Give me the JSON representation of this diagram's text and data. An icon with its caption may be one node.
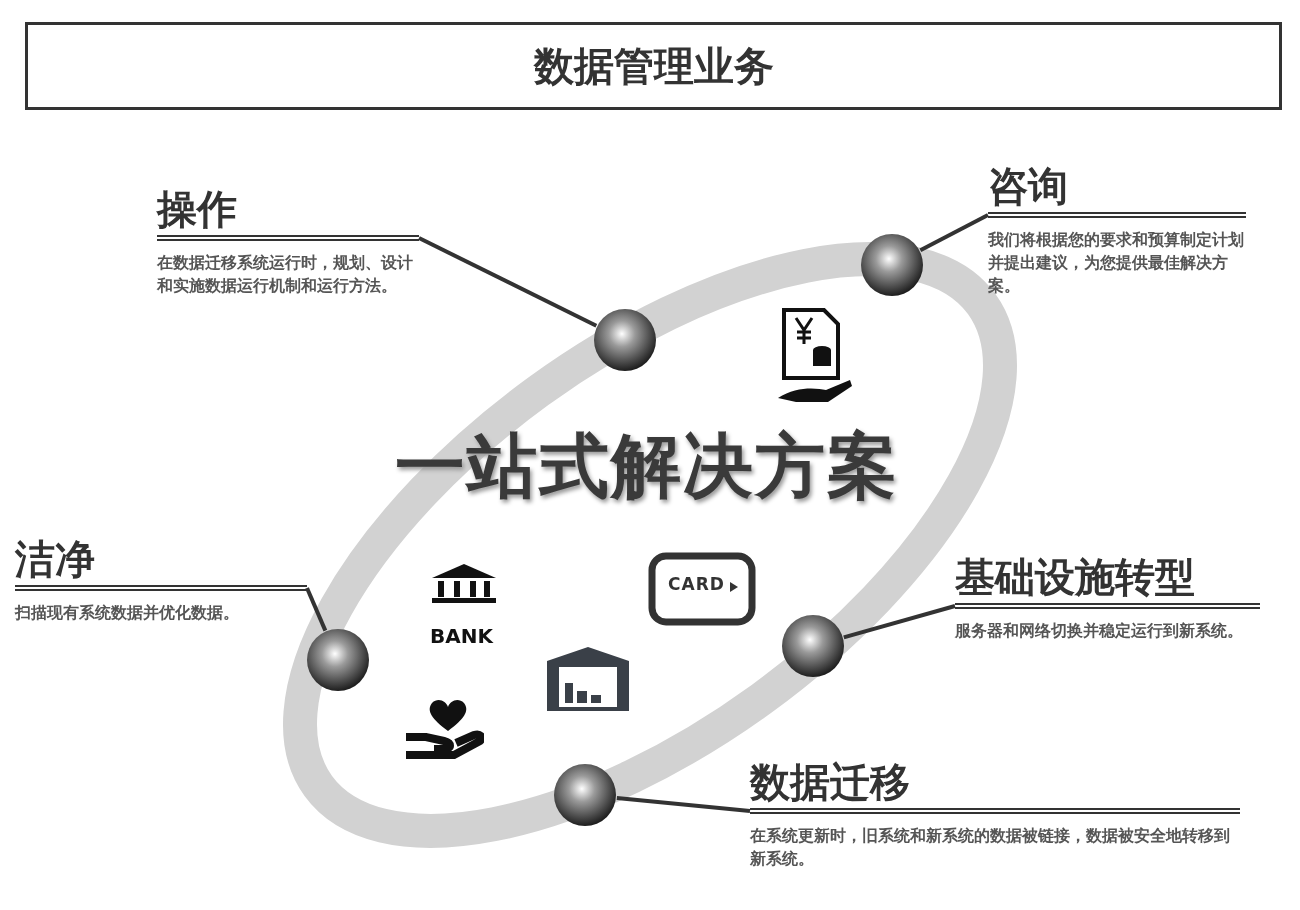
{
  "diagram": {
    "title": "数据管理业务",
    "nodes": [
      {
        "text": [
          "操作",
          "在数据迁移系统运行时，规划、设计和实施数据运行机制和运行方法。"
        ]
      },
      {
        "text": [],
        "shape": "circle"
      },
      {
        "text": [
          "咨询",
          "我们将根据您的要求和预算制定计划并提出建议，为您提供最佳解决方案。"
        ]
      },
      {
        "text": [],
        "shape": "circle"
      },
      {
        "text": [
          "洁净",
          "扫描现有系统数据并优化数据。"
        ]
      },
      {
        "text": [],
        "shape": "circle"
      },
      {
        "text": [
          "基础设施转型",
          "服务器和网络切换并稳定运行到新系统。"
        ]
      },
      {
        "text": [],
        "shape": "circle"
      },
      {
        "text": [
          "数据迁移",
          "在系统更新时，旧系统和新系统的数据被链接，数据被安全地转移到新系统。"
        ]
      },
      {
        "text": [],
        "shape": "circle"
      }
    ],
    "edges": [
      {
        "from": 0,
        "to": 1,
        "arrow": "none"
      },
      {
        "from": 2,
        "to": 3,
        "arrow": "none"
      },
      {
        "from": 4,
        "to": 5,
        "arrow": "none"
      },
      {
        "from": 6,
        "to": 7,
        "arrow": "none"
      },
      {
        "from": 8,
        "to": 9,
        "arrow": "none"
      }
    ],
    "labels": [
      "一站式解决方案",
      "CARD",
      "BANK"
    ]
  }
}
